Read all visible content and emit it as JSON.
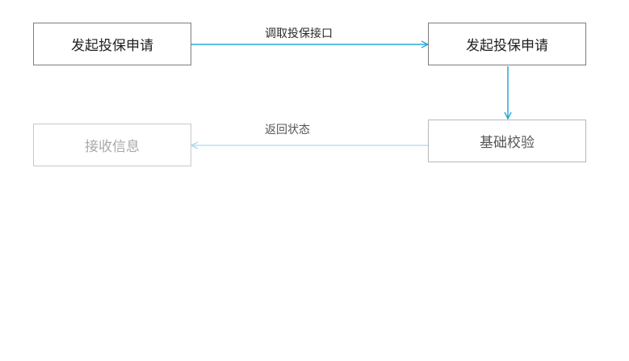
{
  "nodes": {
    "start": "发起投保申请",
    "target": "发起投保申请",
    "validate": "基础校验",
    "receive": "接收信息"
  },
  "edges": {
    "call_api": "调取投保接口",
    "return_status": "返回状态"
  },
  "colors": {
    "arrow_primary": "#2aa7d8",
    "arrow_faded": "#a9d9ee",
    "node_border": "#7d7d7d"
  }
}
